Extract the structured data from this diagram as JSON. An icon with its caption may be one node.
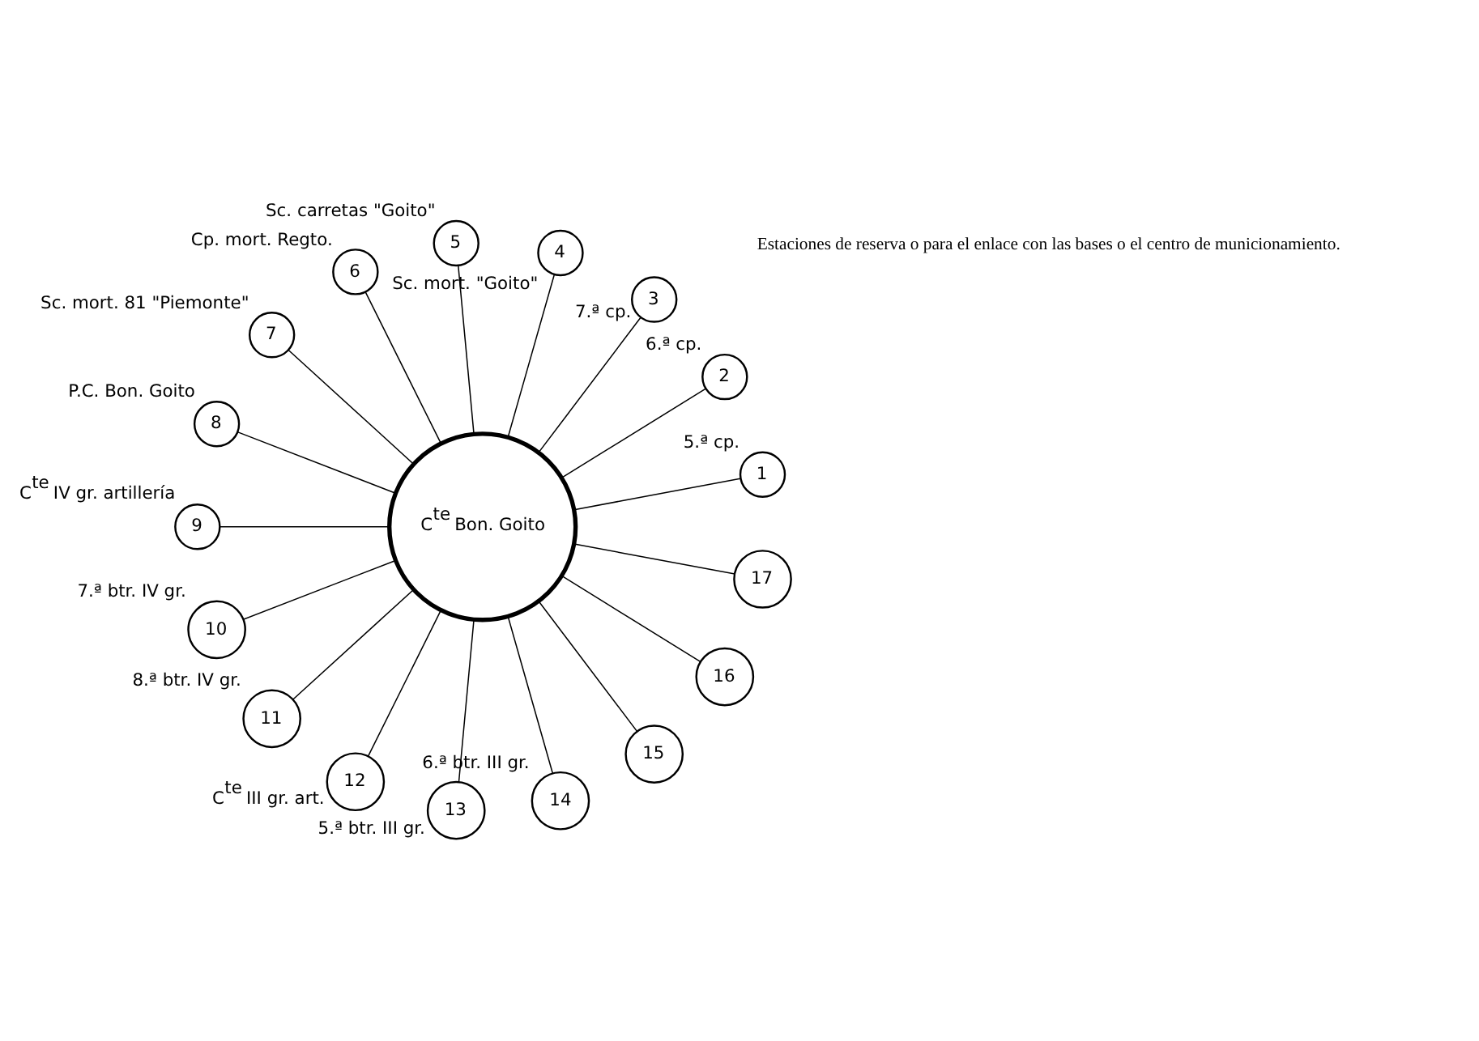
{
  "diagram": {
    "nodes": [
      {
        "text": [
          "C$^{te}$ Bon. Goito"
        ]
      },
      {
        "text": [
          "1"
        ],
        "beside": [
          "5.ª cp."
        ]
      },
      {
        "text": [
          "2"
        ],
        "beside": [
          "6.ª cp."
        ]
      },
      {
        "text": [
          "3"
        ],
        "beside": [
          "7.ª cp."
        ]
      },
      {
        "text": [
          "4"
        ],
        "beside": [
          "Sc. mort. \"Goito\""
        ]
      },
      {
        "text": [
          "5"
        ],
        "beside": [
          "Sc. carretas \"Goito\""
        ]
      },
      {
        "text": [
          "6"
        ],
        "beside": [
          "Cp. mort. Regto."
        ]
      },
      {
        "text": [
          "7"
        ],
        "beside": [
          "Sc. mort. 81 \"Piemonte\""
        ]
      },
      {
        "text": [
          "8"
        ],
        "beside": [
          "P.C. Bon. Goito"
        ]
      },
      {
        "text": [
          "9"
        ],
        "beside": [
          "C$^{te}$ IV gr. artillería"
        ]
      },
      {
        "text": [
          "10"
        ],
        "beside": [
          "7.ª btr. IV gr."
        ]
      },
      {
        "text": [
          "11"
        ],
        "beside": [
          "8.ª btr. IV gr."
        ]
      },
      {
        "text": [
          "12"
        ],
        "beside": [
          "C$^{te}$ III gr. art."
        ]
      },
      {
        "text": [
          "13"
        ],
        "beside": [
          "5.ª btr. III gr."
        ]
      },
      {
        "text": [
          "14"
        ],
        "beside": [
          "6.ª btr. III gr."
        ]
      },
      {
        "text": [
          "15"
        ]
      },
      {
        "text": [
          "16"
        ]
      },
      {
        "text": [
          "17"
        ]
      }
    ],
    "edges": [
      {
        "from": 0,
        "to": 1,
        "arrow": "none"
      },
      {
        "from": 0,
        "to": 2,
        "arrow": "none"
      },
      {
        "from": 0,
        "to": 3,
        "arrow": "none"
      },
      {
        "from": 0,
        "to": 4,
        "arrow": "none"
      },
      {
        "from": 0,
        "to": 5,
        "arrow": "none"
      },
      {
        "from": 0,
        "to": 6,
        "arrow": "none"
      },
      {
        "from": 0,
        "to": 7,
        "arrow": "none"
      },
      {
        "from": 0,
        "to": 8,
        "arrow": "none"
      },
      {
        "from": 0,
        "to": 9,
        "arrow": "none"
      },
      {
        "from": 0,
        "to": 10,
        "arrow": "none"
      },
      {
        "from": 0,
        "to": 11,
        "arrow": "none"
      },
      {
        "from": 0,
        "to": 12,
        "arrow": "none"
      },
      {
        "from": 0,
        "to": 13,
        "arrow": "none"
      },
      {
        "from": 0,
        "to": 14,
        "arrow": "none"
      },
      {
        "from": 0,
        "to": 15,
        "arrow": "none"
      },
      {
        "from": 0,
        "to": 16,
        "arrow": "none"
      },
      {
        "from": 0,
        "to": 17,
        "arrow": "none"
      }
    ],
    "labels": [
      "Estaciones de reserva o para el enlace con las bases o el centro de municionamiento."
    ]
  }
}
